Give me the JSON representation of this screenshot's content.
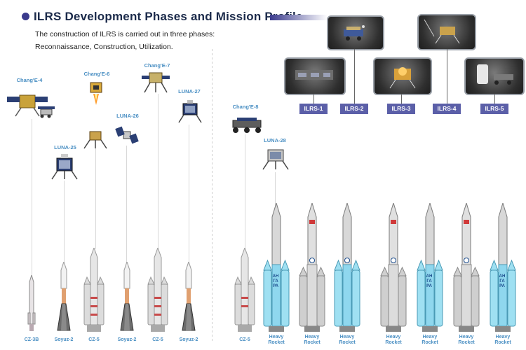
{
  "title": "ILRS Development Phases and Mission Profile",
  "intro": {
    "line1": "The construction of ILRS is carried out in three phases:",
    "line2": "Reconnaissance, Construction, Utilization."
  },
  "missions": [
    "Chang'E-4",
    "Chang'E-6",
    "Chang'E-7",
    "LUNA-26",
    "LUNA-27",
    "LUNA-25",
    "Chang'E-8",
    "LUNA-28"
  ],
  "rockets_left": [
    "CZ-3B",
    "Soyuz-2",
    "CZ-5",
    "Soyuz-2",
    "CZ-5",
    "Soyuz-2"
  ],
  "rocket_right_cz5": "CZ-5",
  "heavy_rocket_label": [
    "Heavy",
    "Rocket"
  ],
  "angara_text": "АНГАРА",
  "ilrs_stages": [
    "ILRS-1",
    "ILRS-2",
    "ILRS-3",
    "ILRS-4",
    "ILRS-5"
  ],
  "colors": {
    "title": "#1b2a4a",
    "accent_purple": "#5b5fa8",
    "label_blue": "#4a8fc3",
    "angara_cyan": "#7fd3ea"
  }
}
